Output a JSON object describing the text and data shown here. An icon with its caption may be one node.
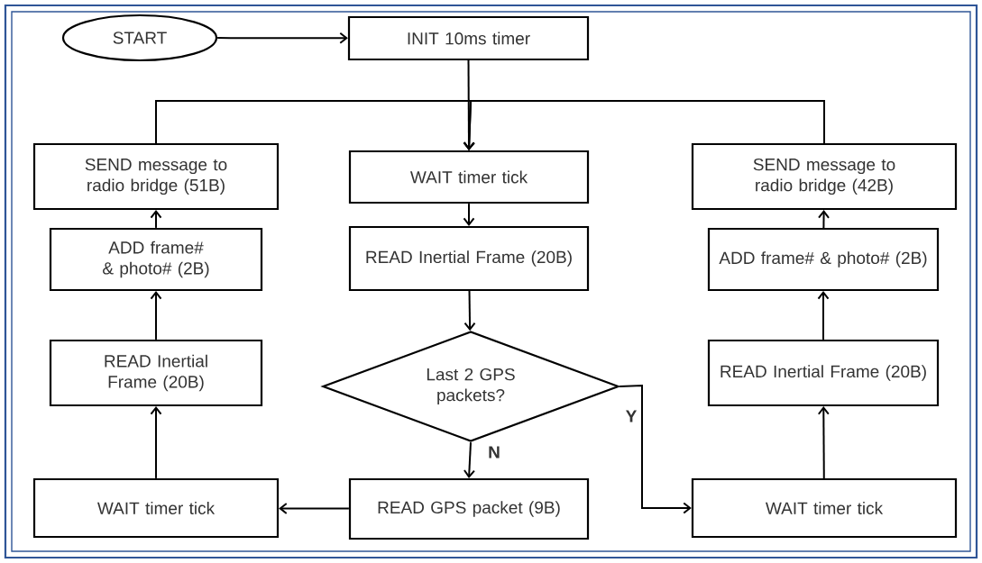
{
  "diagram": {
    "nodes": [
      {
        "text": [
          "START"
        ]
      },
      {
        "text": [
          "INIT 10ms timer"
        ]
      },
      {
        "text": [
          "SEND message to radio bridge (51B)"
        ]
      },
      {
        "text": [
          "WAIT timer tick"
        ]
      },
      {
        "text": [
          "SEND message to radio bridge (42B)"
        ]
      },
      {
        "text": [
          "ADD frame# & photo# (2B)"
        ]
      },
      {
        "text": [
          "READ Inertial Frame (20B)"
        ]
      },
      {
        "text": [
          "ADD frame# & photo# (2B)"
        ]
      },
      {
        "text": [
          "READ Inertial Frame (20B)"
        ]
      },
      {
        "text": [
          "Last 2 GPS packets?"
        ]
      },
      {
        "text": [
          "READ Inertial Frame (20B)"
        ]
      },
      {
        "text": [
          "WAIT timer tick"
        ]
      },
      {
        "text": [
          "READ GPS packet (9B)"
        ]
      },
      {
        "text": [
          "WAIT timer tick"
        ]
      }
    ],
    "edges": [
      {
        "from": 0,
        "to": 1,
        "arrow": "to"
      },
      {
        "from": 1,
        "to": 3,
        "arrow": "to"
      },
      {
        "from": 2,
        "to": 3,
        "arrow": "to"
      },
      {
        "from": 4,
        "to": 3,
        "arrow": "to"
      },
      {
        "from": 3,
        "to": 6,
        "arrow": "to"
      },
      {
        "from": 6,
        "to": 9,
        "arrow": "to"
      },
      {
        "from": 9,
        "to": 12,
        "arrow": "to",
        "label": "N"
      },
      {
        "from": 9,
        "to": 13,
        "arrow": "to",
        "label": "Y"
      },
      {
        "from": 12,
        "to": 11,
        "arrow": "to"
      },
      {
        "from": 11,
        "to": 8,
        "arrow": "to"
      },
      {
        "from": 8,
        "to": 5,
        "arrow": "to"
      },
      {
        "from": 5,
        "to": 2,
        "arrow": "to"
      },
      {
        "from": 13,
        "to": 10,
        "arrow": "to"
      },
      {
        "from": 10,
        "to": 7,
        "arrow": "to"
      },
      {
        "from": 7,
        "to": 4,
        "arrow": "to"
      }
    ]
  }
}
